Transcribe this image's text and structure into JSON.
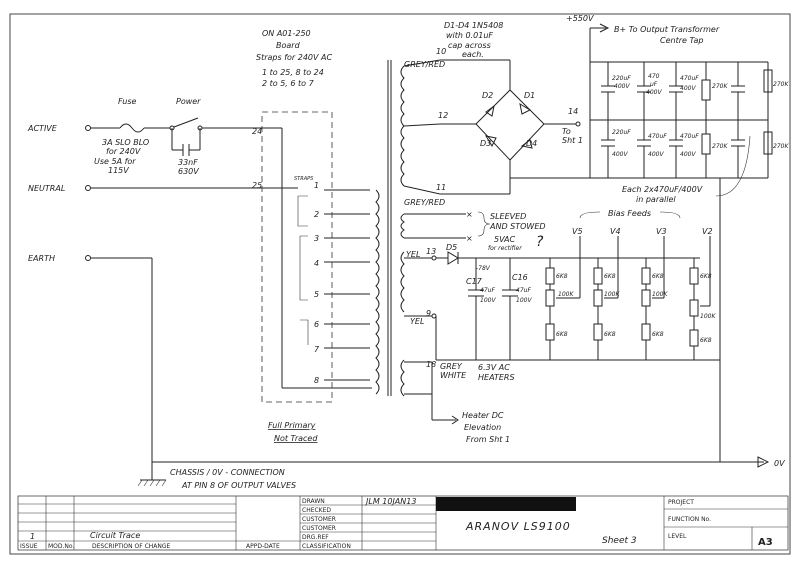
{
  "sheet": {
    "size": "A3",
    "sheet_no": "Sheet 3",
    "title": "ARANOV LS9100"
  },
  "annotations": {
    "on_board": "ON A01-250",
    "board": "Board",
    "straps_240": "Straps for 240V AC",
    "straps_line1": "1 to 25, 8 to 24",
    "straps_line2": "2 to 5, 6 to 7",
    "diodes": "D1-D4 1N5408",
    "diodes_cap1": "with 0.01uF",
    "diodes_cap2": "cap across",
    "diodes_cap3": "each.",
    "bplus_v": "+550V",
    "bplus": "B+ To Output Transformer",
    "centre_tap": "Centre Tap",
    "to_sht1": "To",
    "to_sht1b": "Sht 1",
    "each_parallel1": "Each 2x470uF/400V",
    "each_parallel2": "in parallel",
    "sleeved1": "SLEEVED",
    "sleeved2": "AND STOWED",
    "vac_5": "5VAC",
    "for_rectifier": "for rectifier",
    "question": "?",
    "bias_feeds": "Bias Feeds",
    "heaters_v": "6.3V AC",
    "heaters": "HEATERS",
    "heater_dc1": "Heater DC",
    "heater_dc2": "Elevation",
    "heater_dc3": "From Sht 1",
    "full_primary1": "Full Primary",
    "full_primary2": "Not Traced",
    "chassis1": "CHASSIS / 0V - CONNECTION",
    "chassis2": "AT PIN 8 OF OUTPUT VALVES",
    "ov": "0V",
    "fuse": "Fuse",
    "power": "Power",
    "fuse_rating1": "3A SLO BLO",
    "fuse_rating2": "for 240V",
    "fuse_rating3": "Use 5A for",
    "fuse_rating4": "115V",
    "cap_33n1": "33nF",
    "cap_33n2": "630V",
    "active": "ACTIVE",
    "neutral": "NEUTRAL",
    "earth": "EARTH",
    "grey_red_top": "GREY/RED",
    "grey_red_bottom": "GREY/RED",
    "yel_top": "YEL",
    "yel_bottom": "YEL",
    "grey_white1": "GREY",
    "grey_white2": "WHITE",
    "v78": "-78V",
    "straps_label": "STRAPS"
  },
  "designators": {
    "d1": "D1",
    "d2": "D2",
    "d3": "D3",
    "d4": "D4",
    "d5": "D5",
    "c17": "C17",
    "c16": "C16",
    "v5": "V5",
    "v4": "V4",
    "v3": "V3",
    "v2": "V2"
  },
  "pins": {
    "p10": "10",
    "p12": "12",
    "p11": "11",
    "p14": "14",
    "p13": "13",
    "p9": "9",
    "p18": "18",
    "p24": "24",
    "p25": "25",
    "s1": "1",
    "s2": "2",
    "s3": "3",
    "s4": "4",
    "s5": "5",
    "s6": "6",
    "s7": "7",
    "s8": "8"
  },
  "values": {
    "cap_220_1": "220uF",
    "cap_220_1v": "400V",
    "cap_470_1": "470",
    "cap_470_1u": "uF",
    "cap_470_1v": "400V",
    "cap_470_2": "470uF",
    "cap_470_2v": "400V",
    "res_270k_1": "270K",
    "res_270k_2": "270K",
    "cap_220_2": "220uF",
    "cap_220_2v": "400V",
    "cap_470_3": "470uF",
    "cap_470_3v": "400V",
    "cap_470_4": "470uF",
    "cap_470_4v": "400V",
    "res_270k_3": "270K",
    "res_270k_4": "270K",
    "c17_val": "47uF",
    "c17_v": "100V",
    "c16_val": "47uF",
    "c16_v": "100V",
    "r6k8_a": "6K8",
    "pot_a": "100K",
    "r6k8_b": "6K8",
    "r6k8_c": "6K8",
    "pot_b": "100K",
    "r6k8_d": "6K8",
    "r6k8_e": "6K8",
    "pot_c": "100K",
    "r6k8_f": "6K8",
    "r6k8_g": "6K8",
    "pot_d": "100K",
    "r6k8_h": "6K8"
  },
  "titleblock": {
    "drawn": "DRAWN",
    "checked": "CHECKED",
    "customer1": "CUSTOMER",
    "customer2": "CUSTOMER",
    "drg_ref": "DRG.REF",
    "classification": "CLASSIFICATION",
    "drawn_value": "JLM 10JAN13",
    "project": "PROJECT",
    "function_no": "FUNCTION No.",
    "level": "LEVEL",
    "issue": "ISSUE",
    "mod_no": "MOD.No.",
    "description": "DESCRIPTION OF CHANGE",
    "appd_date": "APPD-DATE",
    "issue_value": "1",
    "description_value": "Circuit Trace"
  }
}
